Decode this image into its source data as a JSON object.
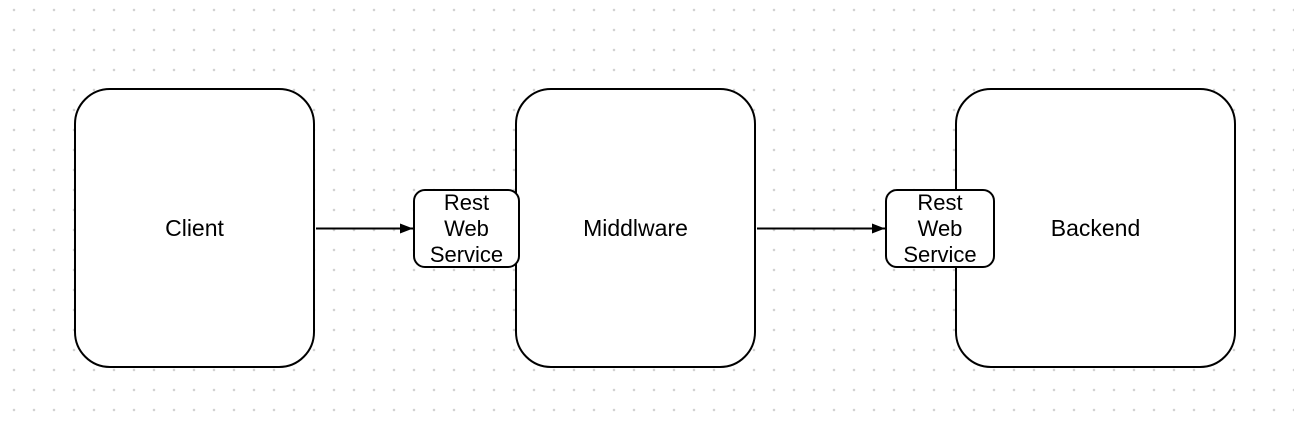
{
  "canvas": {
    "background_color": "#ffffff",
    "grid_dot_color": "#d2d2d2",
    "stroke_color": "#000000",
    "text_color": "#000000"
  },
  "nodes": {
    "client": {
      "label": "Client"
    },
    "middleware": {
      "label": "Middlware"
    },
    "backend": {
      "label": "Backend"
    },
    "rest_service_left": {
      "lines": [
        "Rest",
        "Web",
        "Service"
      ]
    },
    "rest_service_right": {
      "lines": [
        "Rest",
        "Web",
        "Service"
      ]
    }
  },
  "edges": [
    {
      "name": "client-to-rest-web-service",
      "from": "Client",
      "to": "Rest Web Service",
      "style": "solid-arrow"
    },
    {
      "name": "middleware-to-rest-web-service",
      "from": "Middlware",
      "to": "Rest Web Service",
      "style": "solid-arrow"
    }
  ]
}
